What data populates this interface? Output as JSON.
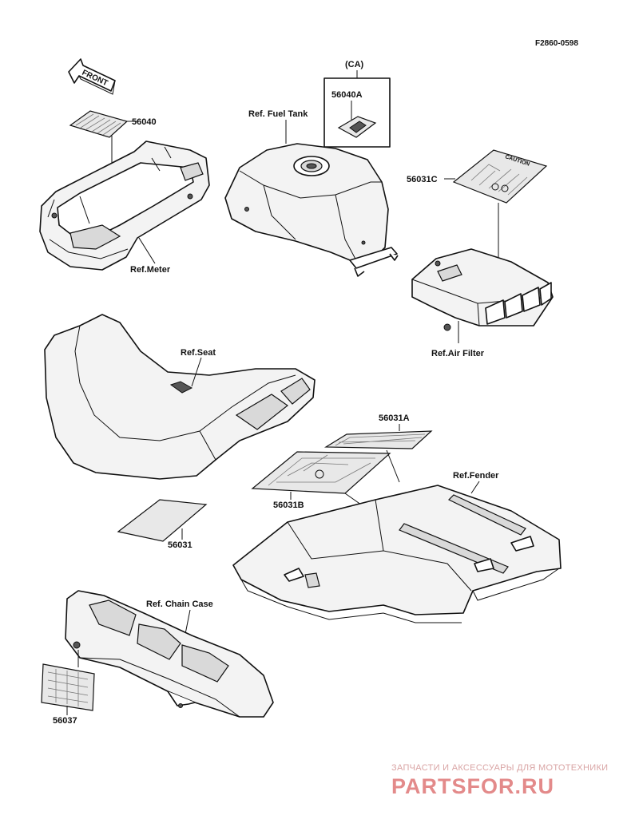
{
  "diagram_code": "F2860-0598",
  "front_arrow": "FRONT",
  "labels": {
    "ca": "(CA)",
    "p56040A": "56040A",
    "p56040": "56040",
    "fuel_tank": "Ref. Fuel Tank",
    "meter": "Ref.Meter",
    "p56031C": "56031C",
    "air_filter": "Ref.Air Filter",
    "seat": "Ref.Seat",
    "p56031A": "56031A",
    "fender": "Ref.Fender",
    "p56031B": "56031B",
    "p56031": "56031",
    "chain_case": "Ref. Chain Case",
    "p56037": "56037"
  },
  "watermark": {
    "tagline": "ЗАПЧАСТИ И АКСЕССУАРЫ ДЛЯ МОТОТЕХНИКИ",
    "logo": "PARTSFOR.RU"
  }
}
